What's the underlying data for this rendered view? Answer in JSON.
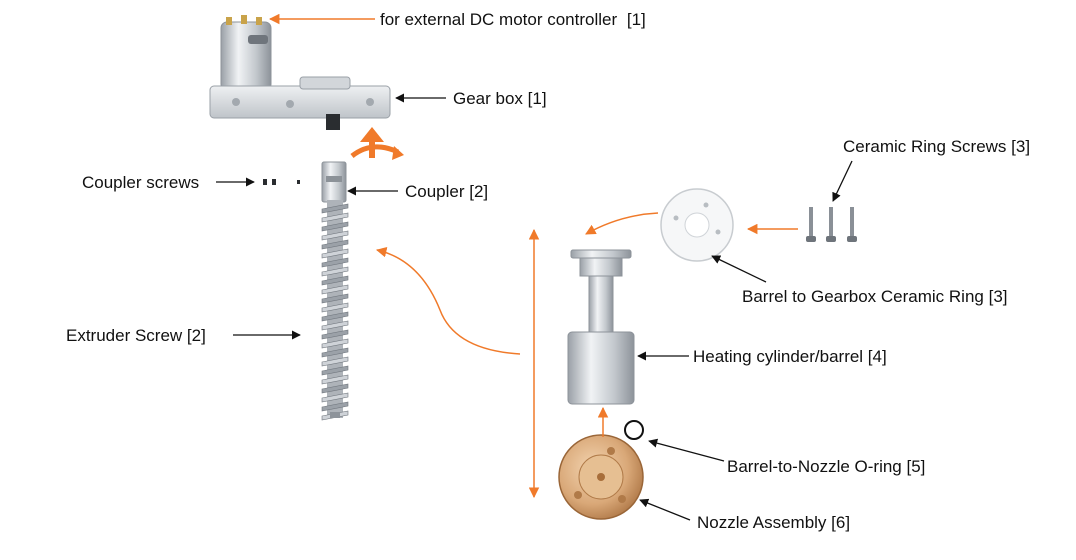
{
  "labels": {
    "motor_note": "for external DC motor controller",
    "motor_note_ref": "[1]",
    "gear_box": "Gear box [1]",
    "coupler_screws": "Coupler screws",
    "coupler": "Coupler [2]",
    "extruder_screw": "Extruder Screw [2]",
    "ceramic_ring_screws": "Ceramic Ring Screws [3]",
    "ceramic_ring": "Barrel to Gearbox Ceramic Ring [3]",
    "heating_barrel": "Heating cylinder/barrel [4]",
    "oring": "Barrel-to-Nozzle O-ring [5]",
    "nozzle": "Nozzle Assembly [6]"
  },
  "colors": {
    "accent_orange": "#f07a2a",
    "note_red": "#e0201b",
    "metal_light": "#dfe2e6",
    "metal_mid": "#b9bec4",
    "metal_dark": "#7c8289",
    "brass": "#d9a878"
  }
}
